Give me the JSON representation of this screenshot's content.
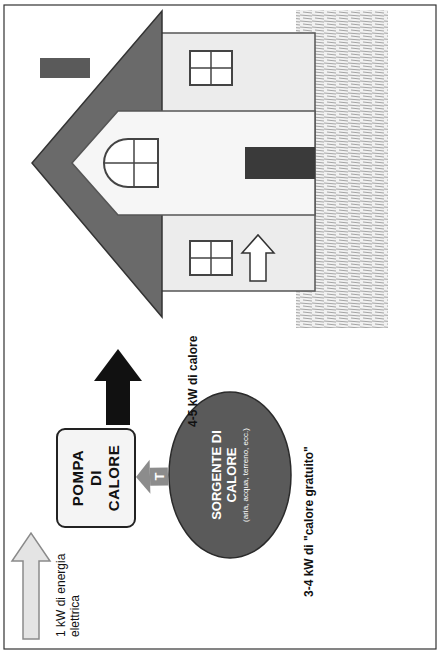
{
  "diagram": {
    "nodes": [
      {
        "text": [
          "POMPA DI CALORE"
        ]
      },
      {
        "text": [
          "SORGENTE DI CALORE",
          "(aria, acqua, terreno, ecc.)"
        ]
      }
    ],
    "edges": [
      {
        "from": 1,
        "to": 0,
        "arrow": "to",
        "label": "T"
      }
    ],
    "labels": [
      "1 kW di energia elettrica",
      "4-5 kW di calore",
      "3-4 kW di \"calore gratuito\""
    ]
  }
}
